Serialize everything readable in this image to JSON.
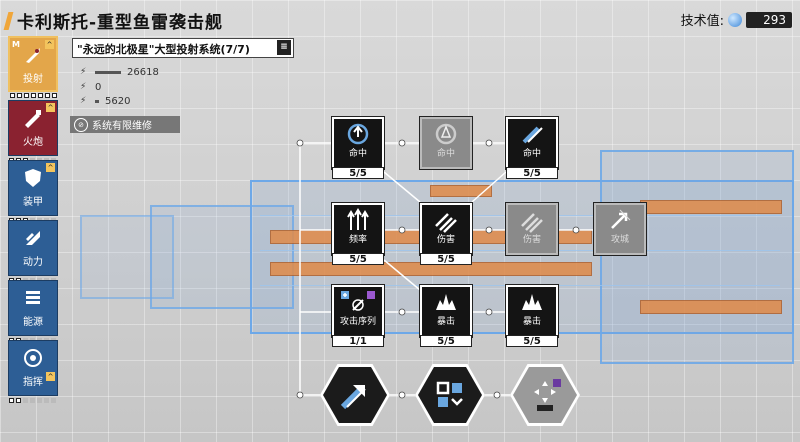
{
  "header": {
    "title": "卡利斯托-重型鱼雷袭击舰",
    "tech_label": "技术值:",
    "tech_value": "293"
  },
  "nav": [
    {
      "label": "投射",
      "badge": "M",
      "state": "active"
    },
    {
      "label": "火炮",
      "badge": "",
      "state": "red"
    },
    {
      "label": "装甲",
      "badge": "",
      "state": "normal"
    },
    {
      "label": "动力",
      "badge": "",
      "state": "normal"
    },
    {
      "label": "能源",
      "badge": "",
      "state": "normal"
    },
    {
      "label": "指挥",
      "badge": "",
      "state": "normal"
    }
  ],
  "system": {
    "name": "\"永远的北极星\"大型投射系统(7/7)",
    "stats": [
      "26618",
      "0",
      "5620"
    ],
    "repair": "系统有限维修"
  },
  "nodes": [
    {
      "label": "命中",
      "count": "5/5"
    },
    {
      "label": "命中",
      "count": ""
    },
    {
      "label": "命中",
      "count": "5/5"
    },
    {
      "label": "频率",
      "count": "5/5"
    },
    {
      "label": "伤害",
      "count": "5/5"
    },
    {
      "label": "伤害",
      "count": ""
    },
    {
      "label": "攻城",
      "count": ""
    },
    {
      "label": "攻击序列",
      "count": "1/1"
    },
    {
      "label": "暴击",
      "count": "5/5"
    },
    {
      "label": "暴击",
      "count": "5/5"
    }
  ],
  "colors": {
    "accent": "#f0a63a",
    "nav_blue": "#2d5e95",
    "blueprint": "#6da8e8",
    "orange": "#e08a48"
  }
}
